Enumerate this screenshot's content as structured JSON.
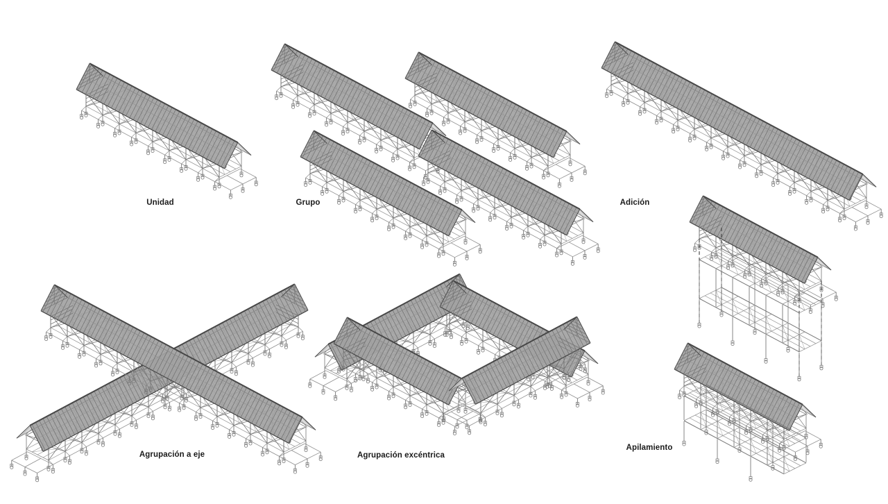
{
  "figures": [
    {
      "id": "unidad",
      "label": "Unidad"
    },
    {
      "id": "grupo",
      "label": "Grupo"
    },
    {
      "id": "adicion",
      "label": "Adición"
    },
    {
      "id": "agrupacion-a-eje",
      "label": "Agrupación a eje"
    },
    {
      "id": "agrupacion-excentrica",
      "label": "Agrupación excéntrica"
    },
    {
      "id": "apilamiento",
      "label": "Apilamiento"
    }
  ],
  "colors": {
    "background": "#ffffff",
    "line": "#777777",
    "floor": "#8e8e8e",
    "dark": "#474747",
    "roof_near": "#a3a3a3",
    "roof_far": "#d8d8d8",
    "roof_hatch": "#656565",
    "label_ink": "#1b1b1b"
  }
}
